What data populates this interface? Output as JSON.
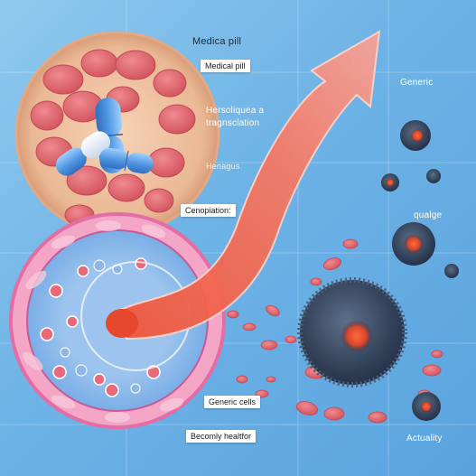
{
  "labels": {
    "medica_pill_top": "Medica pill",
    "medical_pill_box": "Medical pill",
    "hersoliquea": "Hersoliquea a",
    "transclation": "tragnsclation",
    "henagus": "Henagus",
    "cenopiation": "Cenopiation:",
    "generic": "Generic",
    "qualge": "qualge",
    "generic_cells": "Generic cells",
    "becomly_healthor": "Becomly healtfor",
    "actuality": "Actuality"
  },
  "colors": {
    "background": "#6eb3e6",
    "tissue": "#f2c7a6",
    "red_cell": "#e0646e",
    "capsule": "#4f95e0",
    "arrow": "#f0614a",
    "dark_cell": "#3c4d63"
  }
}
